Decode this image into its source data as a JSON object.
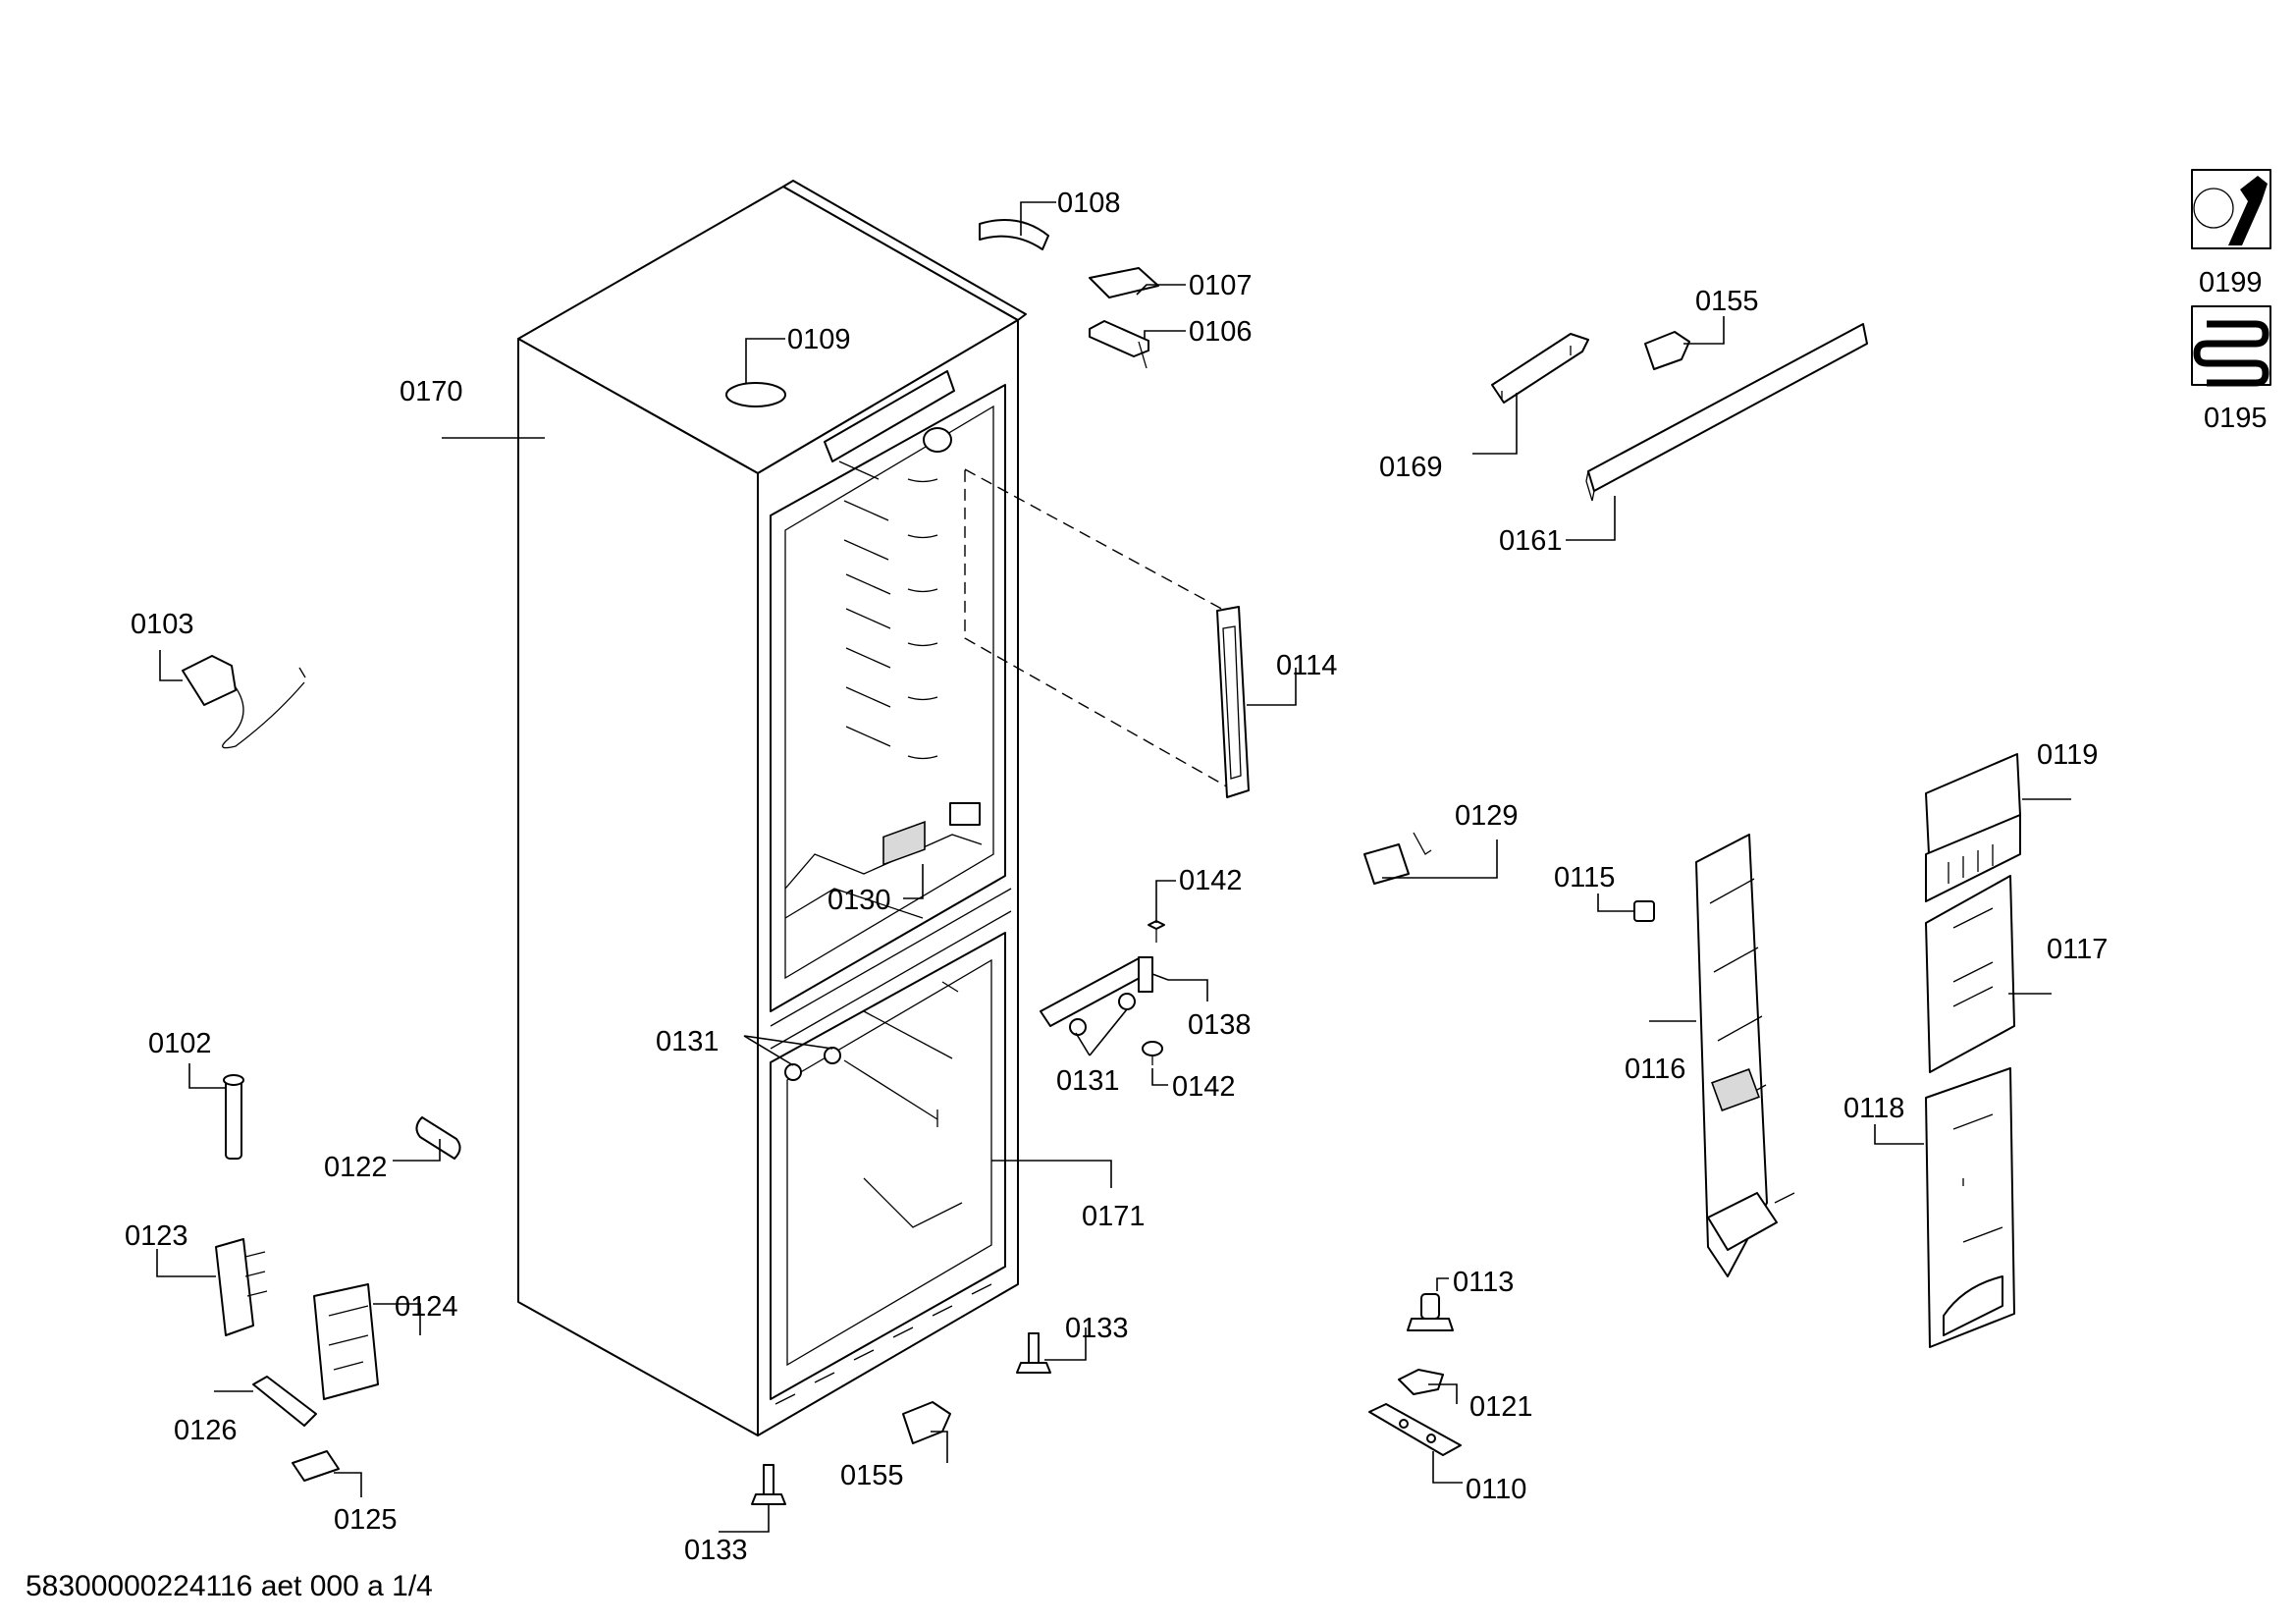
{
  "labels": {
    "p0108": "0108",
    "p0107": "0107",
    "p0106": "0106",
    "p0109": "0109",
    "p0170": "0170",
    "p0155a": "0155",
    "p0169": "0169",
    "p0161": "0161",
    "p0199": "0199",
    "p0195": "0195",
    "p0103": "0103",
    "p0114": "0114",
    "p0129": "0129",
    "p0119": "0119",
    "p0115": "0115",
    "p0142a": "0142",
    "p0130": "0130",
    "p0117": "0117",
    "p0138": "0138",
    "p0131a": "0131",
    "p0131b": "0131",
    "p0142b": "0142",
    "p0116": "0116",
    "p0118": "0118",
    "p0102": "0102",
    "p0122": "0122",
    "p0171": "0171",
    "p0123": "0123",
    "p0113": "0113",
    "p0124": "0124",
    "p0133a": "0133",
    "p0121": "0121",
    "p0126": "0126",
    "p0155b": "0155",
    "p0110": "0110",
    "p0125": "0125",
    "p0133b": "0133"
  },
  "footer": "58300000224116 aet 000 a 1/4",
  "icons": {
    "service": "wrench-nut-icon",
    "cooling": "refrigerant-coil-icon"
  }
}
